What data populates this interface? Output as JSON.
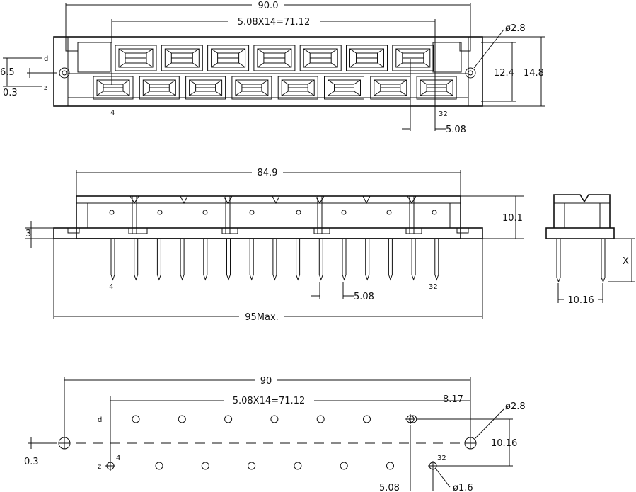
{
  "front_view": {
    "width_total": "90.0",
    "pitch_span": "5.08X14=71.12",
    "hole_dia": "ø2.8",
    "row_d": "d",
    "row_z": "z",
    "dim_6_5": "6.5",
    "dim_0_3": "0.3",
    "dim_12_4": "12.4",
    "dim_14_8": "14.8",
    "pin_first": "4",
    "pin_last": "32",
    "pitch": "5.08"
  },
  "side_view": {
    "body_length": "84.9",
    "height": "10.1",
    "flange": "3",
    "pitch": "5.08",
    "total_max": "95Max.",
    "pin_first": "4",
    "pin_last": "32"
  },
  "end_view": {
    "pin_length": "X",
    "row_spacing": "10.16"
  },
  "pcb_layout": {
    "width_total": "90",
    "pitch_span": "5.08X14=71.12",
    "offset": "8.17",
    "hole_dia": "ø2.8",
    "row_spacing": "10.16",
    "dim_0_3": "0.3",
    "row_d": "d",
    "row_z": "z",
    "pin_first": "4",
    "pin_last": "32",
    "pitch": "5.08",
    "pin_dia": "ø1.6"
  }
}
